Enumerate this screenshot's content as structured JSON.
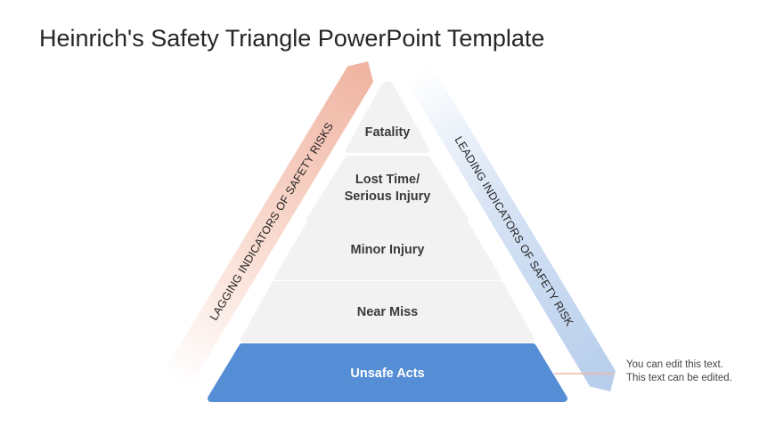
{
  "title": "Heinrich's Safety Triangle PowerPoint Template",
  "left_band": "LAGGING INDICATORS OF SAFETY RISKS",
  "right_band": "LEADING INDICATORS OF SAFETY RISK",
  "tiers": [
    {
      "label": "Fatality"
    },
    {
      "label": "Lost Time/ Serious Injury",
      "line1": "Lost Time/",
      "line2": "Serious Injury"
    },
    {
      "label": "Minor Injury"
    },
    {
      "label": "Near Miss"
    },
    {
      "label": "Unsafe Acts"
    }
  ],
  "caption": {
    "line1": "You can edit this text.",
    "line2": "This text can be edited."
  },
  "colors": {
    "tier": "#f2f2f2",
    "base": "#558ed5",
    "lagging": "#f0b3a0",
    "leading": "#b6cdec"
  }
}
